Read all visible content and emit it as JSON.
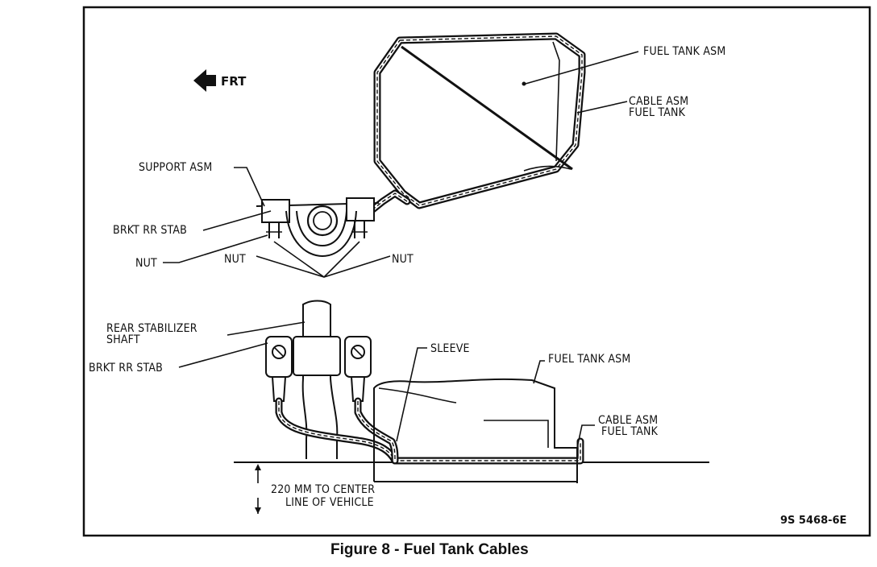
{
  "labels": {
    "frt": "FRT",
    "fuel_tank_asm_top": "FUEL TANK ASM",
    "cable_asm_top_1": "CABLE ASM",
    "cable_asm_top_2": "FUEL TANK",
    "support_asm": "SUPPORT ASM",
    "brkt_rr_stab_top": "BRKT RR STAB",
    "nut_left": "NUT",
    "nut_mid": "NUT",
    "nut_right": "NUT",
    "rear_stab_1": "REAR STABILIZER",
    "rear_stab_2": "SHAFT",
    "brkt_rr_stab_bottom": "BRKT RR STAB",
    "sleeve": "SLEEVE",
    "fuel_tank_asm_bottom": "FUEL TANK ASM",
    "cable_asm_bottom_1": "CABLE ASM",
    "cable_asm_bottom_2": "FUEL TANK",
    "dim_1": "220 MM TO CENTER",
    "dim_2": "LINE OF VEHICLE",
    "ref_code": "9S 5468-6E"
  },
  "caption": "Figure 8 - Fuel Tank Cables"
}
